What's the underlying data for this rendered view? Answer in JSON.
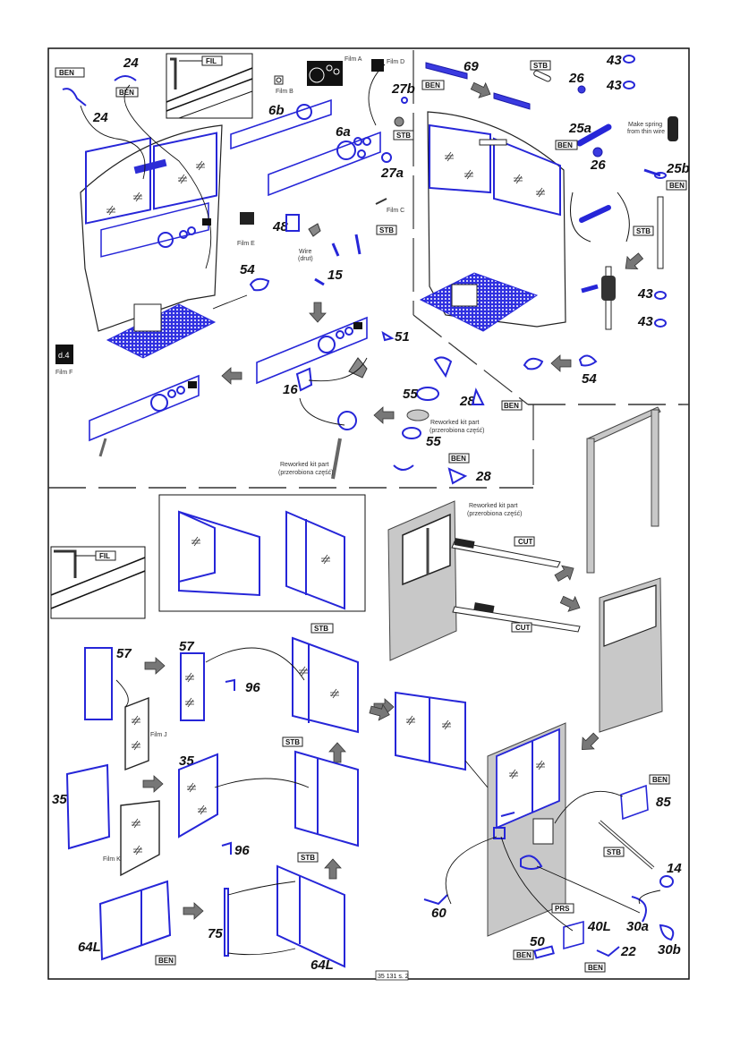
{
  "page": {
    "footer_code": "35 131 s. 2",
    "colors": {
      "part_blue": "#2626d8",
      "kit_gray": "#c8c8c8",
      "arrow_gray": "#777777",
      "line": "#111111"
    }
  },
  "tags": {
    "ben": "BEN",
    "stb": "STB",
    "fil": "FIL",
    "cut": "CUT",
    "prs": "PRS"
  },
  "films": {
    "a": "Film A",
    "b": "Film B",
    "c": "Film C",
    "d": "Film D",
    "e": "Film E",
    "f": "Film F",
    "j": "Film J",
    "k": "Film K"
  },
  "notes": {
    "wire": "Wire",
    "wire_pl": "(drut)",
    "spring_1": "Make spring",
    "spring_2": "from thin wire",
    "reworked": "Reworked kit part",
    "reworked_pl": "(przerobiona część)"
  },
  "parts": {
    "p24": "24",
    "p6a": "6a",
    "p6b": "6b",
    "p27a": "27a",
    "p27b": "27b",
    "p48": "48",
    "p15": "15",
    "p54": "54",
    "p51": "51",
    "p16": "16",
    "p55": "55",
    "p28": "28",
    "p69": "69",
    "p26": "26",
    "p25a": "25a",
    "p25b": "25b",
    "p43": "43",
    "p57": "57",
    "p96": "96",
    "p35": "35",
    "p75": "75",
    "p64L": "64L",
    "p60": "60",
    "p85": "85",
    "p14": "14",
    "p30a": "30a",
    "p30b": "30b",
    "p40L": "40L",
    "p50": "50",
    "p22": "22"
  }
}
